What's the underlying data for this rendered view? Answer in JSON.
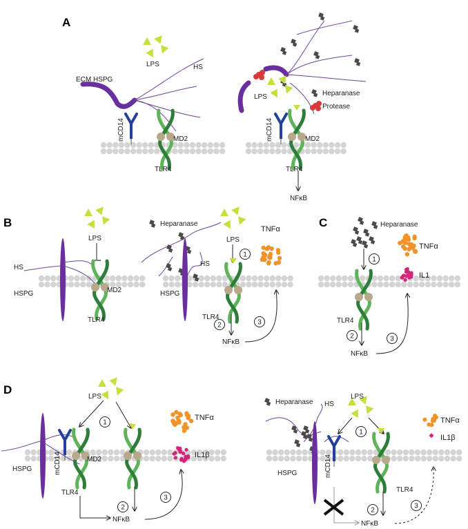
{
  "panels": {
    "A": {
      "letter": "A",
      "left": {
        "ecm_hspg": "ECM HSPG",
        "lps": "LPS",
        "hs": "HS",
        "mcd14": "mCD14",
        "md2": "MD2",
        "tlr4": "TLR4"
      },
      "right": {
        "lps": "LPS",
        "mcd14": "mCD14",
        "md2": "MD2",
        "tlr4": "TLR4",
        "nfkb": "NFκB"
      },
      "legend": {
        "heparanase": "Heparanase",
        "protease": "Protease"
      }
    },
    "B": {
      "letter": "B",
      "left": {
        "lps": "LPS",
        "hs": "HS",
        "hspg": "HSPG",
        "md2": "MD2",
        "tlr4": "TLR4"
      },
      "right": {
        "heparanase": "Heparanase",
        "lps": "LPS",
        "hs": "HS",
        "hspg": "HSPG",
        "tlr4": "TLR4",
        "nfkb": "NFκB",
        "tnfa": "TNFα",
        "step1": "1",
        "step2": "2",
        "step3": "3"
      }
    },
    "C": {
      "letter": "C",
      "heparanase": "Heparanase",
      "tnfa": "TNFα",
      "il1": "IL1",
      "tlr4": "TLR4",
      "nfkb": "NFκB",
      "step1": "1",
      "step2": "2",
      "step3": "3"
    },
    "D": {
      "letter": "D",
      "left": {
        "lps": "LPS",
        "hspg": "HSPG",
        "mcd14": "mCD14",
        "md2": "MD2",
        "tlr4": "TLR4",
        "nfkb": "NFκB",
        "tnfa": "TNFα",
        "il1b": "IL1β",
        "step1": "1",
        "step2": "2",
        "step3": "3"
      },
      "right": {
        "heparanase": "Heparanase",
        "hs": "HS",
        "lps": "LPS",
        "hspg": "HSPG",
        "mcd14": "mCD14",
        "tlr4": "TLR4",
        "nfkb": "NFκB",
        "tnfa": "TNFα",
        "il1b": "IL1β",
        "step1": "1",
        "step2": "2",
        "step3": "3"
      }
    }
  },
  "colors": {
    "membrane": "#d4d4d4",
    "tlr4_dark": "#2f7d3a",
    "tlr4_light": "#5fb35a",
    "md2": "#b9a98c",
    "cd14": "#23409a",
    "hspg": "#6a2f9e",
    "lps": "#c5df3c",
    "heparanase": "#4a4a4a",
    "protease": "#d9393c",
    "tnfa": "#f0942a",
    "il1": "#d4257a",
    "hs_line": "#6e3f9a"
  },
  "icons": [
    "lps-triangles-icon",
    "heparanase-square-icon",
    "protease-blob-icon",
    "tnfa-cluster-icon",
    "il1-cluster-icon",
    "block-x-icon"
  ]
}
